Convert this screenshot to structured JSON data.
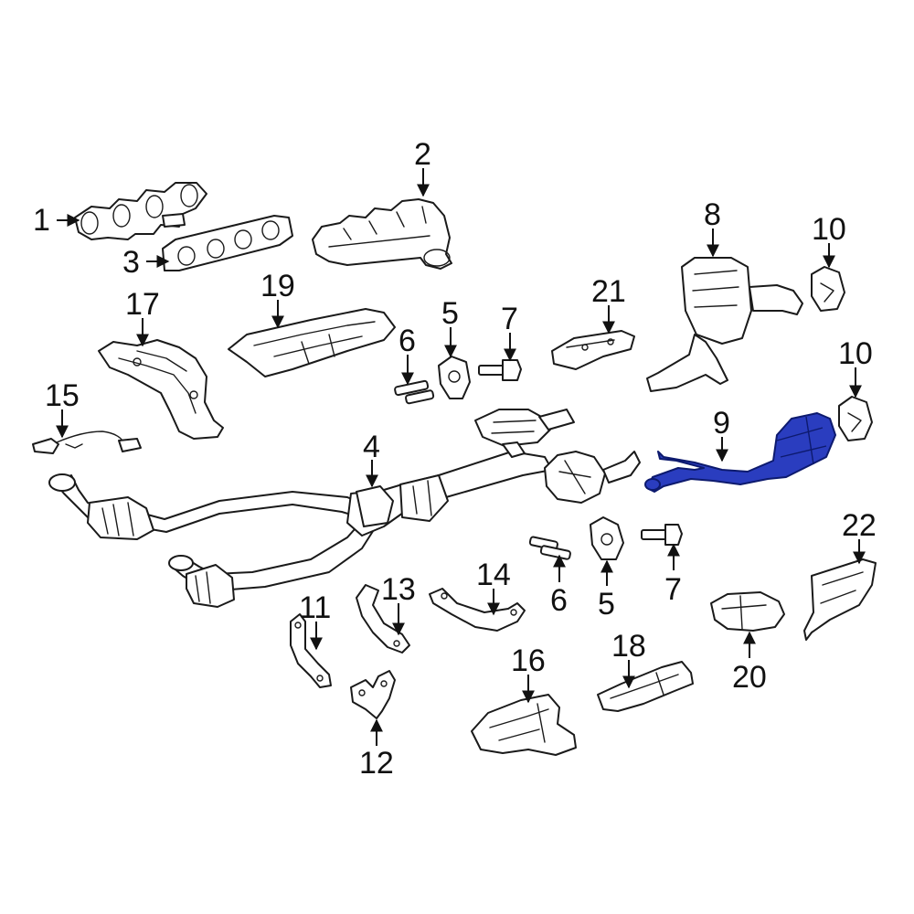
{
  "highlight_color": "#2a3dbf",
  "callouts": {
    "c1": "1",
    "c2": "2",
    "c3": "3",
    "c4": "4",
    "c5a": "5",
    "c5b": "5",
    "c6a": "6",
    "c6b": "6",
    "c7a": "7",
    "c7b": "7",
    "c8": "8",
    "c9": "9",
    "c10a": "10",
    "c10b": "10",
    "c11": "11",
    "c12": "12",
    "c13": "13",
    "c14": "14",
    "c15": "15",
    "c16": "16",
    "c17": "17",
    "c18": "18",
    "c19": "19",
    "c20": "20",
    "c21": "21",
    "c22": "22"
  }
}
